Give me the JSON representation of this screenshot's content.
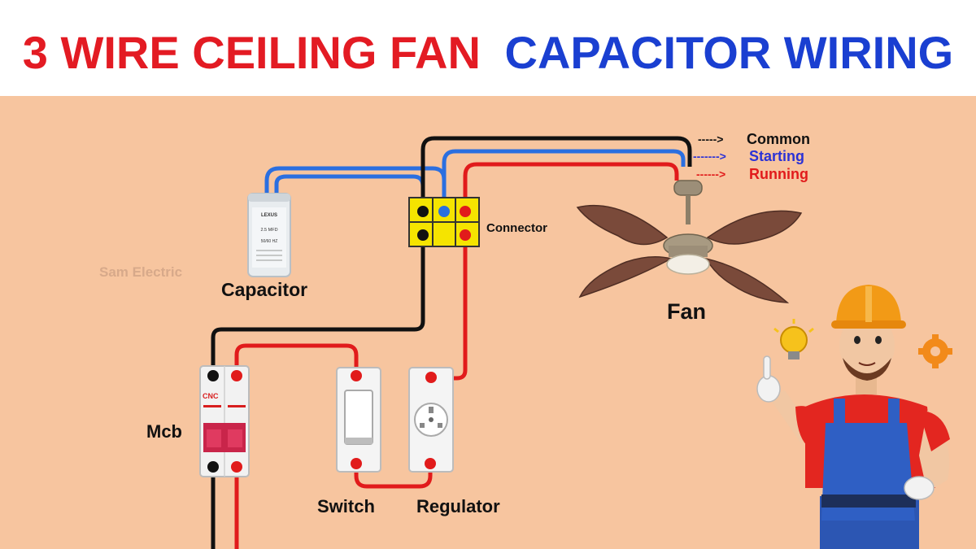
{
  "title": {
    "part1": "3 WIRE CEILING FAN",
    "part2": "CAPACITOR WIRING",
    "color1": "#e31b23",
    "color2": "#1a3fd1"
  },
  "watermark": "Sam Electric",
  "labels": {
    "capacitor": "Capacitor",
    "connector": "Connector",
    "fan": "Fan",
    "mcb": "Mcb",
    "switch": "Switch",
    "regulator": "Regulator"
  },
  "legend": {
    "common": "Common",
    "starting": "Starting",
    "running": "Running"
  },
  "capacitor_text": {
    "brand": "LEXUS",
    "rating": "2.5 MFD",
    "freq": "50/60 HZ"
  },
  "mcb_text": {
    "brand": "CNC"
  },
  "colors": {
    "background": "#f7c59f",
    "common_wire": "#111111",
    "starting_wire": "#2b6fe0",
    "running_wire": "#e11b1b",
    "connector": "#f5e400"
  },
  "icons": [
    "capacitor-icon",
    "connector-block-icon",
    "ceiling-fan-icon",
    "mcb-icon",
    "switch-icon",
    "regulator-icon",
    "electrician-icon",
    "lightbulb-icon",
    "gear-icon"
  ]
}
